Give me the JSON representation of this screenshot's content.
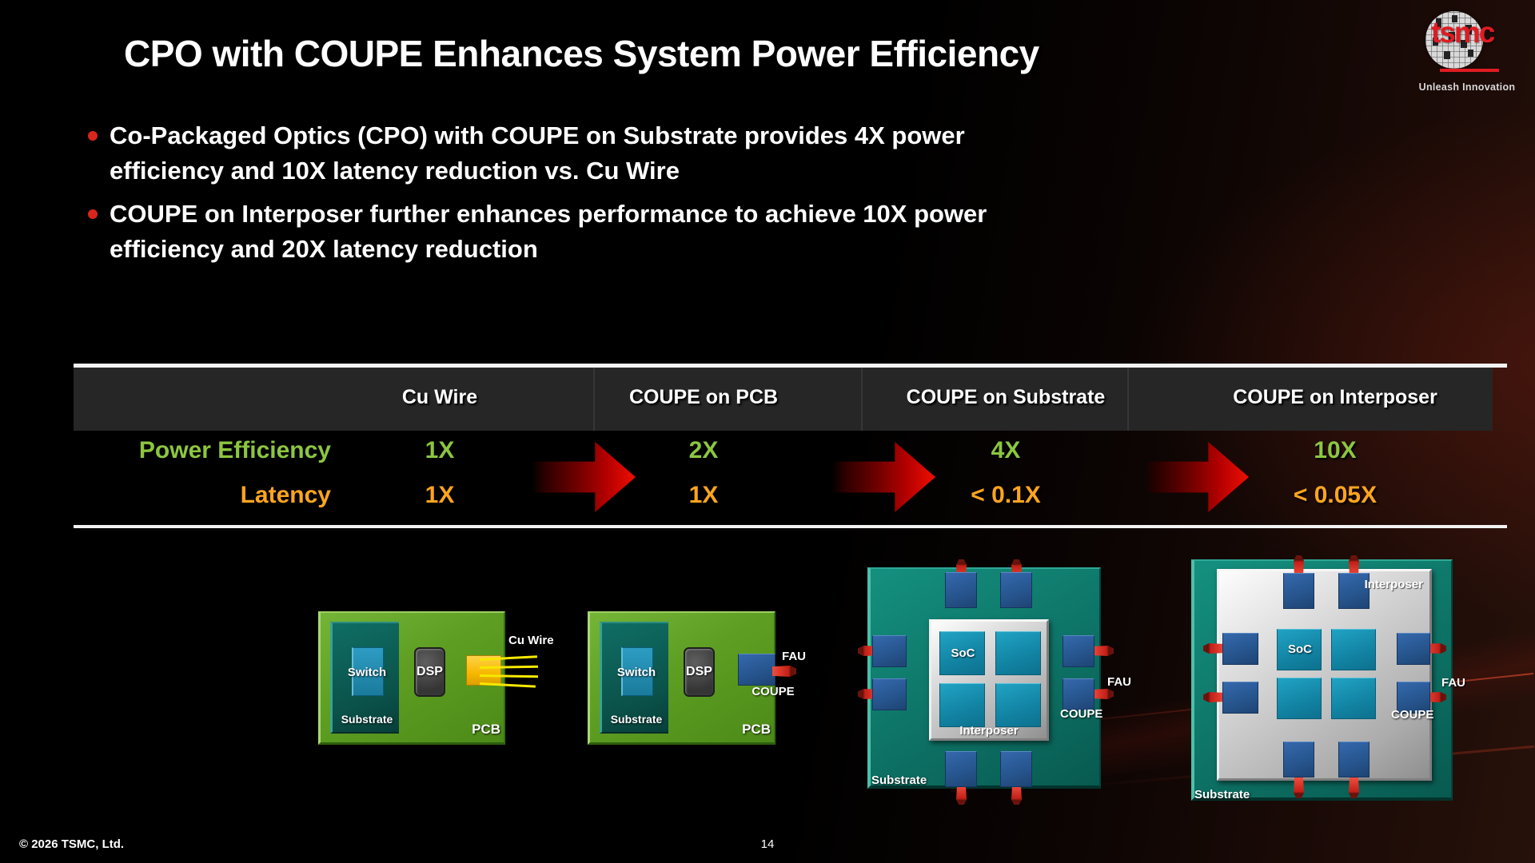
{
  "slide": {
    "title": "CPO with COUPE Enhances System Power Efficiency",
    "bullets": [
      {
        "lines": [
          "Co-Packaged Optics (CPO) with COUPE on Substrate provides 4X power",
          "efficiency and 10X latency reduction vs. Cu Wire"
        ]
      },
      {
        "lines": [
          "COUPE on Interposer further enhances performance to achieve 10X power",
          "efficiency and 20X latency reduction"
        ]
      }
    ],
    "footer": {
      "copyright": "© 2026 TSMC, Ltd.",
      "page_number": "14"
    }
  },
  "logo": {
    "wordmark": "tsmc",
    "tagline": "Unleash Innovation"
  },
  "comparison_table": {
    "columns": [
      "Cu Wire",
      "COUPE on PCB",
      "COUPE on Substrate",
      "COUPE on Interposer"
    ],
    "rows": [
      {
        "label": "Power Efficiency",
        "color": "#8CC63F",
        "values": [
          "1X",
          "2X",
          "4X",
          "10X"
        ]
      },
      {
        "label": "Latency",
        "color": "#FFA51E",
        "values": [
          "1X",
          "1X",
          "< 0.1X",
          "< 0.05X"
        ]
      }
    ]
  },
  "diagrams": [
    {
      "id": "cu-wire",
      "labels": {
        "switch": "Switch",
        "substrate": "Substrate",
        "dsp": "DSP",
        "pcb": "PCB",
        "wire": "Cu Wire"
      }
    },
    {
      "id": "coupe-on-pcb",
      "labels": {
        "switch": "Switch",
        "substrate": "Substrate",
        "dsp": "DSP",
        "pcb": "PCB",
        "fau": "FAU",
        "coupe": "COUPE"
      }
    },
    {
      "id": "coupe-on-substrate",
      "labels": {
        "soc": "SoC",
        "interposer": "Interposer",
        "substrate": "Substrate",
        "fau": "FAU",
        "coupe": "COUPE"
      }
    },
    {
      "id": "coupe-on-interposer",
      "labels": {
        "soc": "SoC",
        "interposer": "Interposer",
        "substrate": "Substrate",
        "fau": "FAU",
        "coupe": "COUPE"
      }
    }
  ],
  "colors": {
    "power_efficiency_green": "#8CC63F",
    "latency_orange": "#FFA51E",
    "arrow_red": "#EE0F00",
    "bullet_red": "#D9261C",
    "pcb_green": "#5D9E22",
    "substrate_teal": "#0E7568",
    "coupe_blue": "#27568F",
    "soc_teal": "#1283A3",
    "logo_red": "#E11B22"
  }
}
